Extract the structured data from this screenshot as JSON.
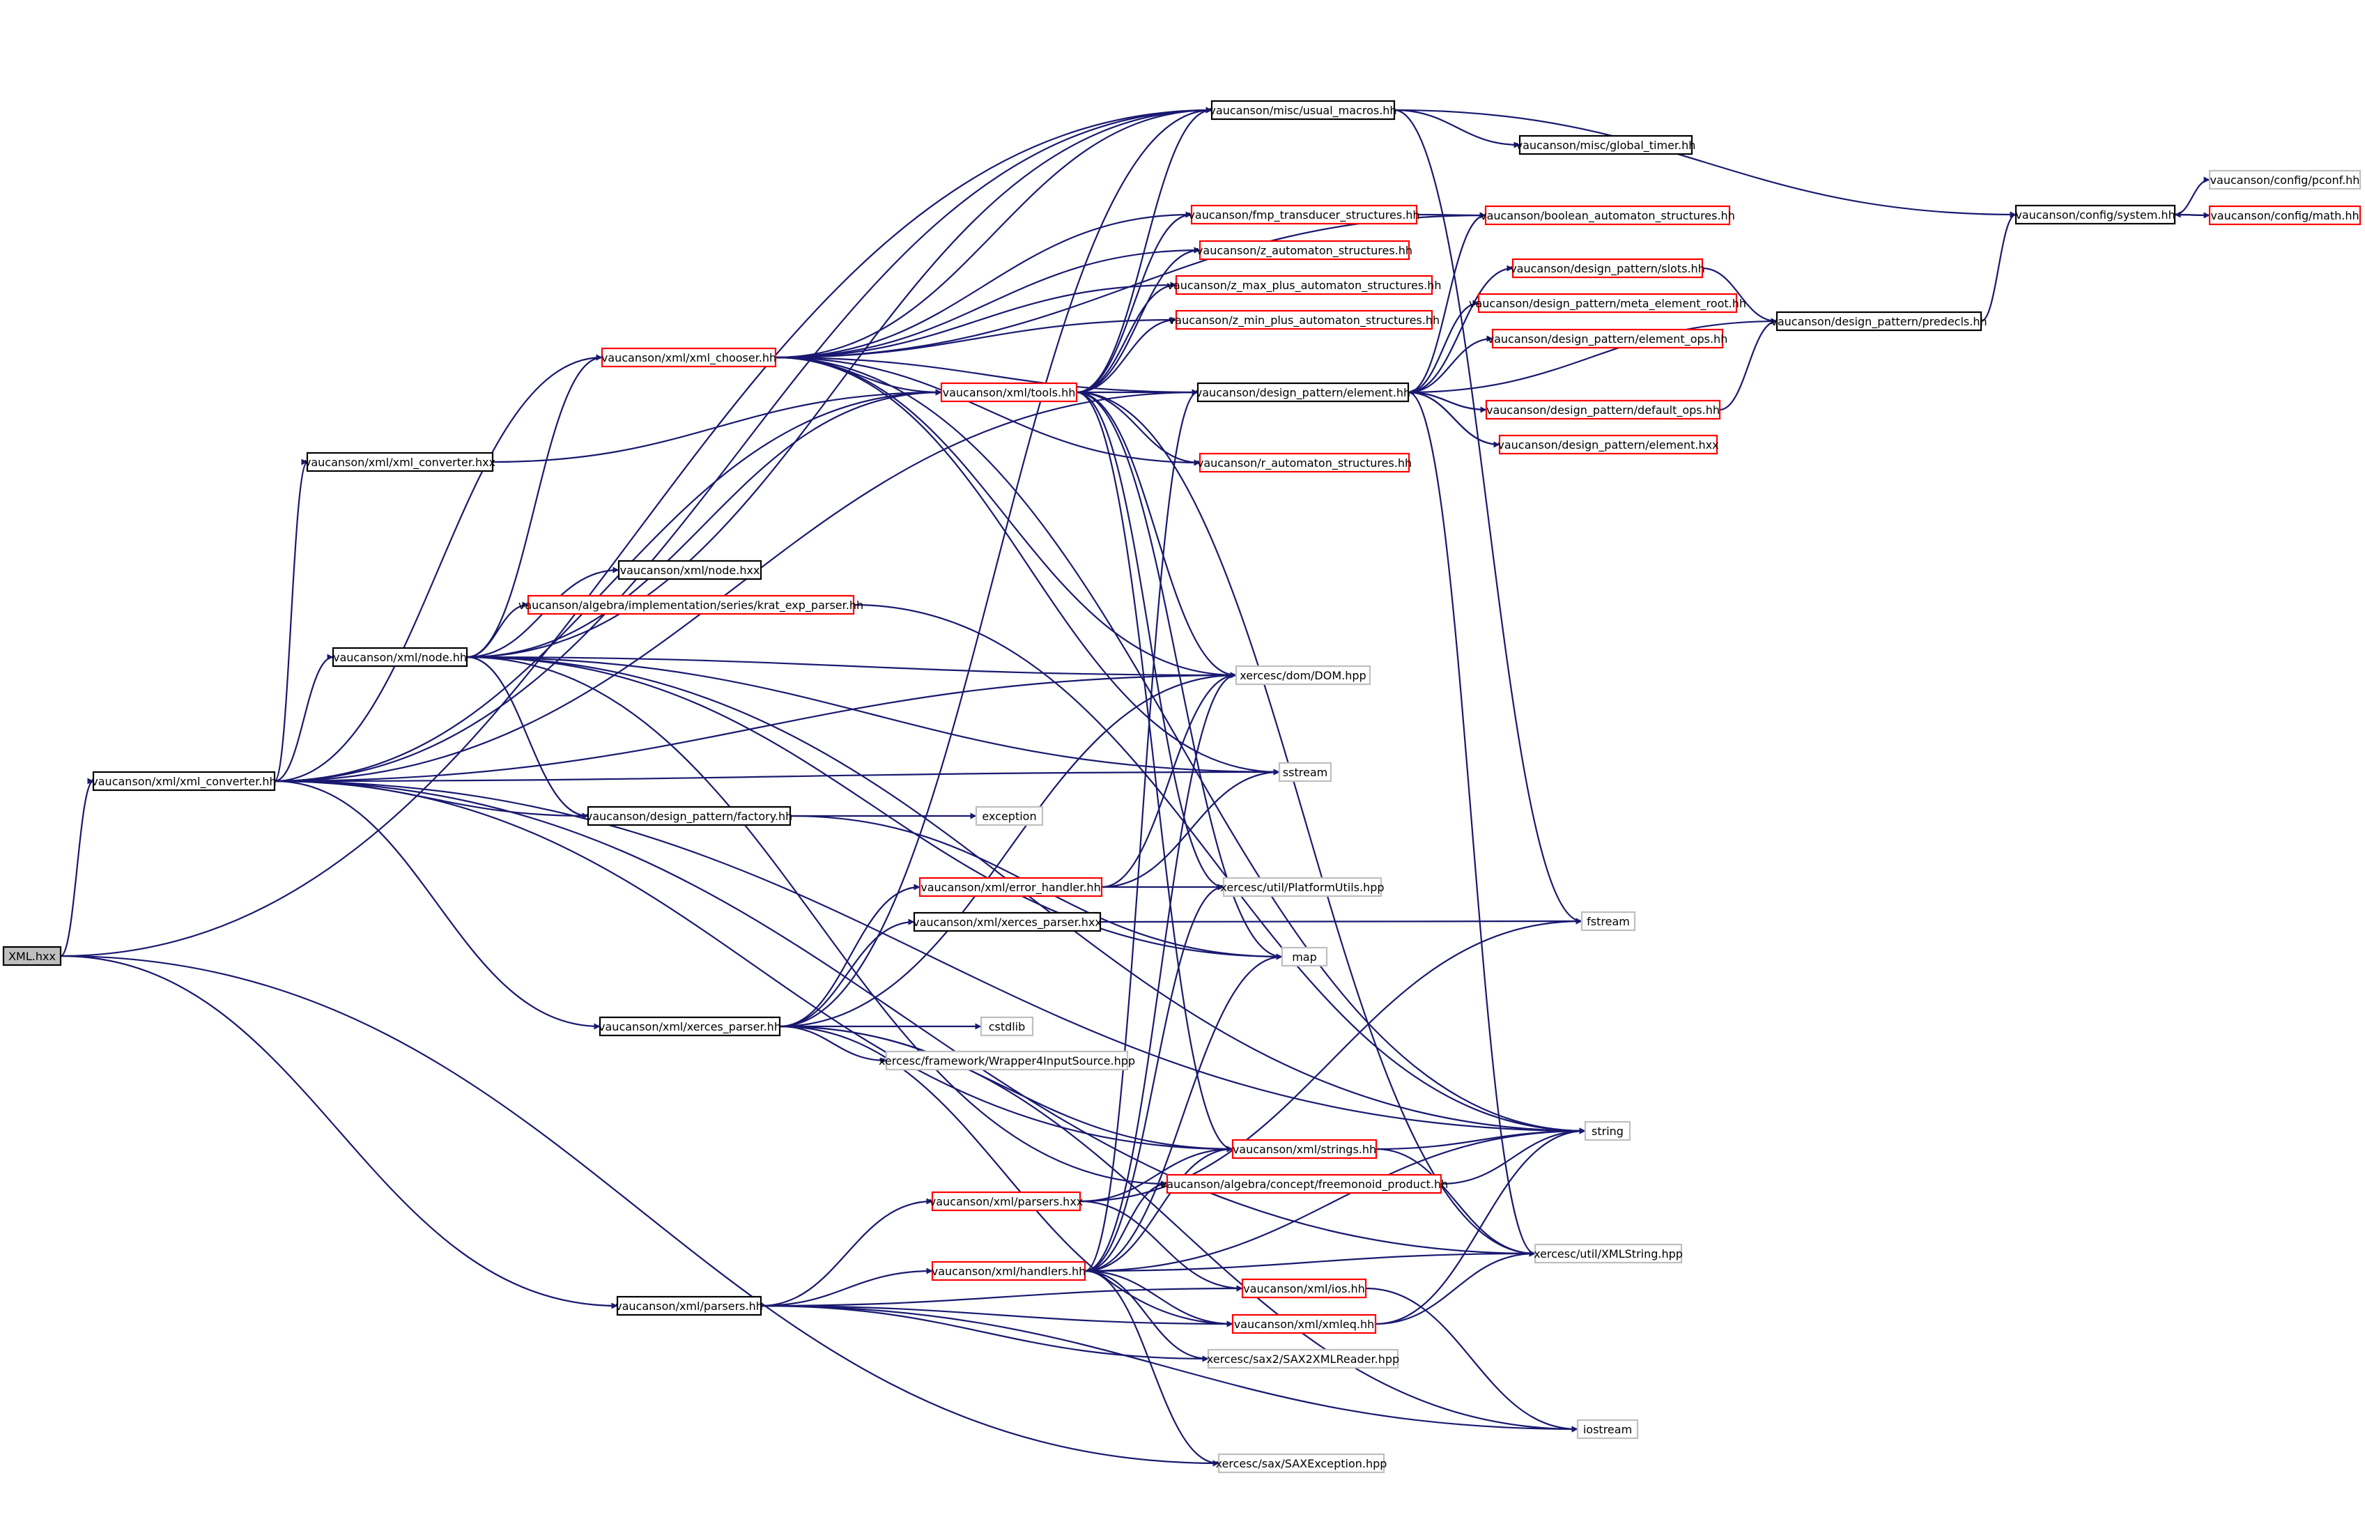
{
  "colors": {
    "edge": "#191970",
    "root_fill": "#bfbfbf",
    "documented_border": "#000000",
    "truncated_border": "#ff0000",
    "external_border": "#bfbfbf"
  },
  "nodes": [
    {
      "id": "xml_hxx",
      "label": "XML.hxx",
      "kind": "root"
    },
    {
      "id": "usual_macros",
      "label": "vaucanson/misc/usual_macros.hh",
      "kind": "documented"
    },
    {
      "id": "global_timer",
      "label": "vaucanson/misc/global_timer.hh",
      "kind": "documented"
    },
    {
      "id": "config_system",
      "label": "vaucanson/config/system.hh",
      "kind": "documented"
    },
    {
      "id": "pconf",
      "label": "vaucanson/config/pconf.hh",
      "kind": "external"
    },
    {
      "id": "config_math",
      "label": "vaucanson/config/math.hh",
      "kind": "truncated"
    },
    {
      "id": "fmp",
      "label": "vaucanson/fmp_transducer_structures.hh",
      "kind": "truncated"
    },
    {
      "id": "boolean_aut",
      "label": "vaucanson/boolean_automaton_structures.hh",
      "kind": "truncated"
    },
    {
      "id": "z_aut",
      "label": "vaucanson/z_automaton_structures.hh",
      "kind": "truncated"
    },
    {
      "id": "z_max",
      "label": "vaucanson/z_max_plus_automaton_structures.hh",
      "kind": "truncated"
    },
    {
      "id": "z_min",
      "label": "vaucanson/z_min_plus_automaton_structures.hh",
      "kind": "truncated"
    },
    {
      "id": "slots",
      "label": "vaucanson/design_pattern/slots.hh",
      "kind": "truncated"
    },
    {
      "id": "meta_root",
      "label": "vaucanson/design_pattern/meta_element_root.hh",
      "kind": "truncated"
    },
    {
      "id": "element_ops",
      "label": "vaucanson/design_pattern/element_ops.hh",
      "kind": "truncated"
    },
    {
      "id": "predecls",
      "label": "vaucanson/design_pattern/predecls.hh",
      "kind": "documented"
    },
    {
      "id": "xml_chooser",
      "label": "vaucanson/xml/xml_chooser.hh",
      "kind": "truncated"
    },
    {
      "id": "xml_tools",
      "label": "vaucanson/xml/tools.hh",
      "kind": "truncated"
    },
    {
      "id": "element_hh",
      "label": "vaucanson/design_pattern/element.hh",
      "kind": "documented"
    },
    {
      "id": "default_ops",
      "label": "vaucanson/design_pattern/default_ops.hh",
      "kind": "truncated"
    },
    {
      "id": "element_hxx",
      "label": "vaucanson/design_pattern/element.hxx",
      "kind": "truncated"
    },
    {
      "id": "xml_conv_hxx",
      "label": "vaucanson/xml/xml_converter.hxx",
      "kind": "documented"
    },
    {
      "id": "r_aut",
      "label": "vaucanson/r_automaton_structures.hh",
      "kind": "truncated"
    },
    {
      "id": "node_hxx",
      "label": "vaucanson/xml/node.hxx",
      "kind": "documented"
    },
    {
      "id": "krat",
      "label": "vaucanson/algebra/implementation/series/krat_exp_parser.hh",
      "kind": "truncated"
    },
    {
      "id": "node_hh",
      "label": "vaucanson/xml/node.hh",
      "kind": "documented"
    },
    {
      "id": "dom",
      "label": "xercesc/dom/DOM.hpp",
      "kind": "external"
    },
    {
      "id": "xml_conv_hh",
      "label": "vaucanson/xml/xml_converter.hh",
      "kind": "documented"
    },
    {
      "id": "sstream",
      "label": "sstream",
      "kind": "external"
    },
    {
      "id": "factory",
      "label": "vaucanson/design_pattern/factory.hh",
      "kind": "documented"
    },
    {
      "id": "exception",
      "label": "exception",
      "kind": "external"
    },
    {
      "id": "error_handler",
      "label": "vaucanson/xml/error_handler.hh",
      "kind": "truncated"
    },
    {
      "id": "platform",
      "label": "xercesc/util/PlatformUtils.hpp",
      "kind": "external"
    },
    {
      "id": "xerces_hxx",
      "label": "vaucanson/xml/xerces_parser.hxx",
      "kind": "documented"
    },
    {
      "id": "fstream",
      "label": "fstream",
      "kind": "external"
    },
    {
      "id": "map",
      "label": "map",
      "kind": "external"
    },
    {
      "id": "xerces_hh",
      "label": "vaucanson/xml/xerces_parser.hh",
      "kind": "documented"
    },
    {
      "id": "cstdlib",
      "label": "cstdlib",
      "kind": "external"
    },
    {
      "id": "wrapper4",
      "label": "xercesc/framework/Wrapper4InputSource.hpp",
      "kind": "external"
    },
    {
      "id": "string",
      "label": "string",
      "kind": "external"
    },
    {
      "id": "strings",
      "label": "vaucanson/xml/strings.hh",
      "kind": "truncated"
    },
    {
      "id": "freemonoid",
      "label": "vaucanson/algebra/concept/freemonoid_product.hh",
      "kind": "truncated"
    },
    {
      "id": "parsers_hxx",
      "label": "vaucanson/xml/parsers.hxx",
      "kind": "truncated"
    },
    {
      "id": "xmlstring",
      "label": "xercesc/util/XMLString.hpp",
      "kind": "external"
    },
    {
      "id": "handlers",
      "label": "vaucanson/xml/handlers.hh",
      "kind": "truncated"
    },
    {
      "id": "ios",
      "label": "vaucanson/xml/ios.hh",
      "kind": "truncated"
    },
    {
      "id": "parsers_hh",
      "label": "vaucanson/xml/parsers.hh",
      "kind": "documented"
    },
    {
      "id": "xmleq",
      "label": "vaucanson/xml/xmleq.hh",
      "kind": "truncated"
    },
    {
      "id": "sax2",
      "label": "xercesc/sax2/SAX2XMLReader.hpp",
      "kind": "external"
    },
    {
      "id": "iostream",
      "label": "iostream",
      "kind": "external"
    },
    {
      "id": "saxexc",
      "label": "xercesc/sax/SAXException.hpp",
      "kind": "external"
    }
  ]
}
